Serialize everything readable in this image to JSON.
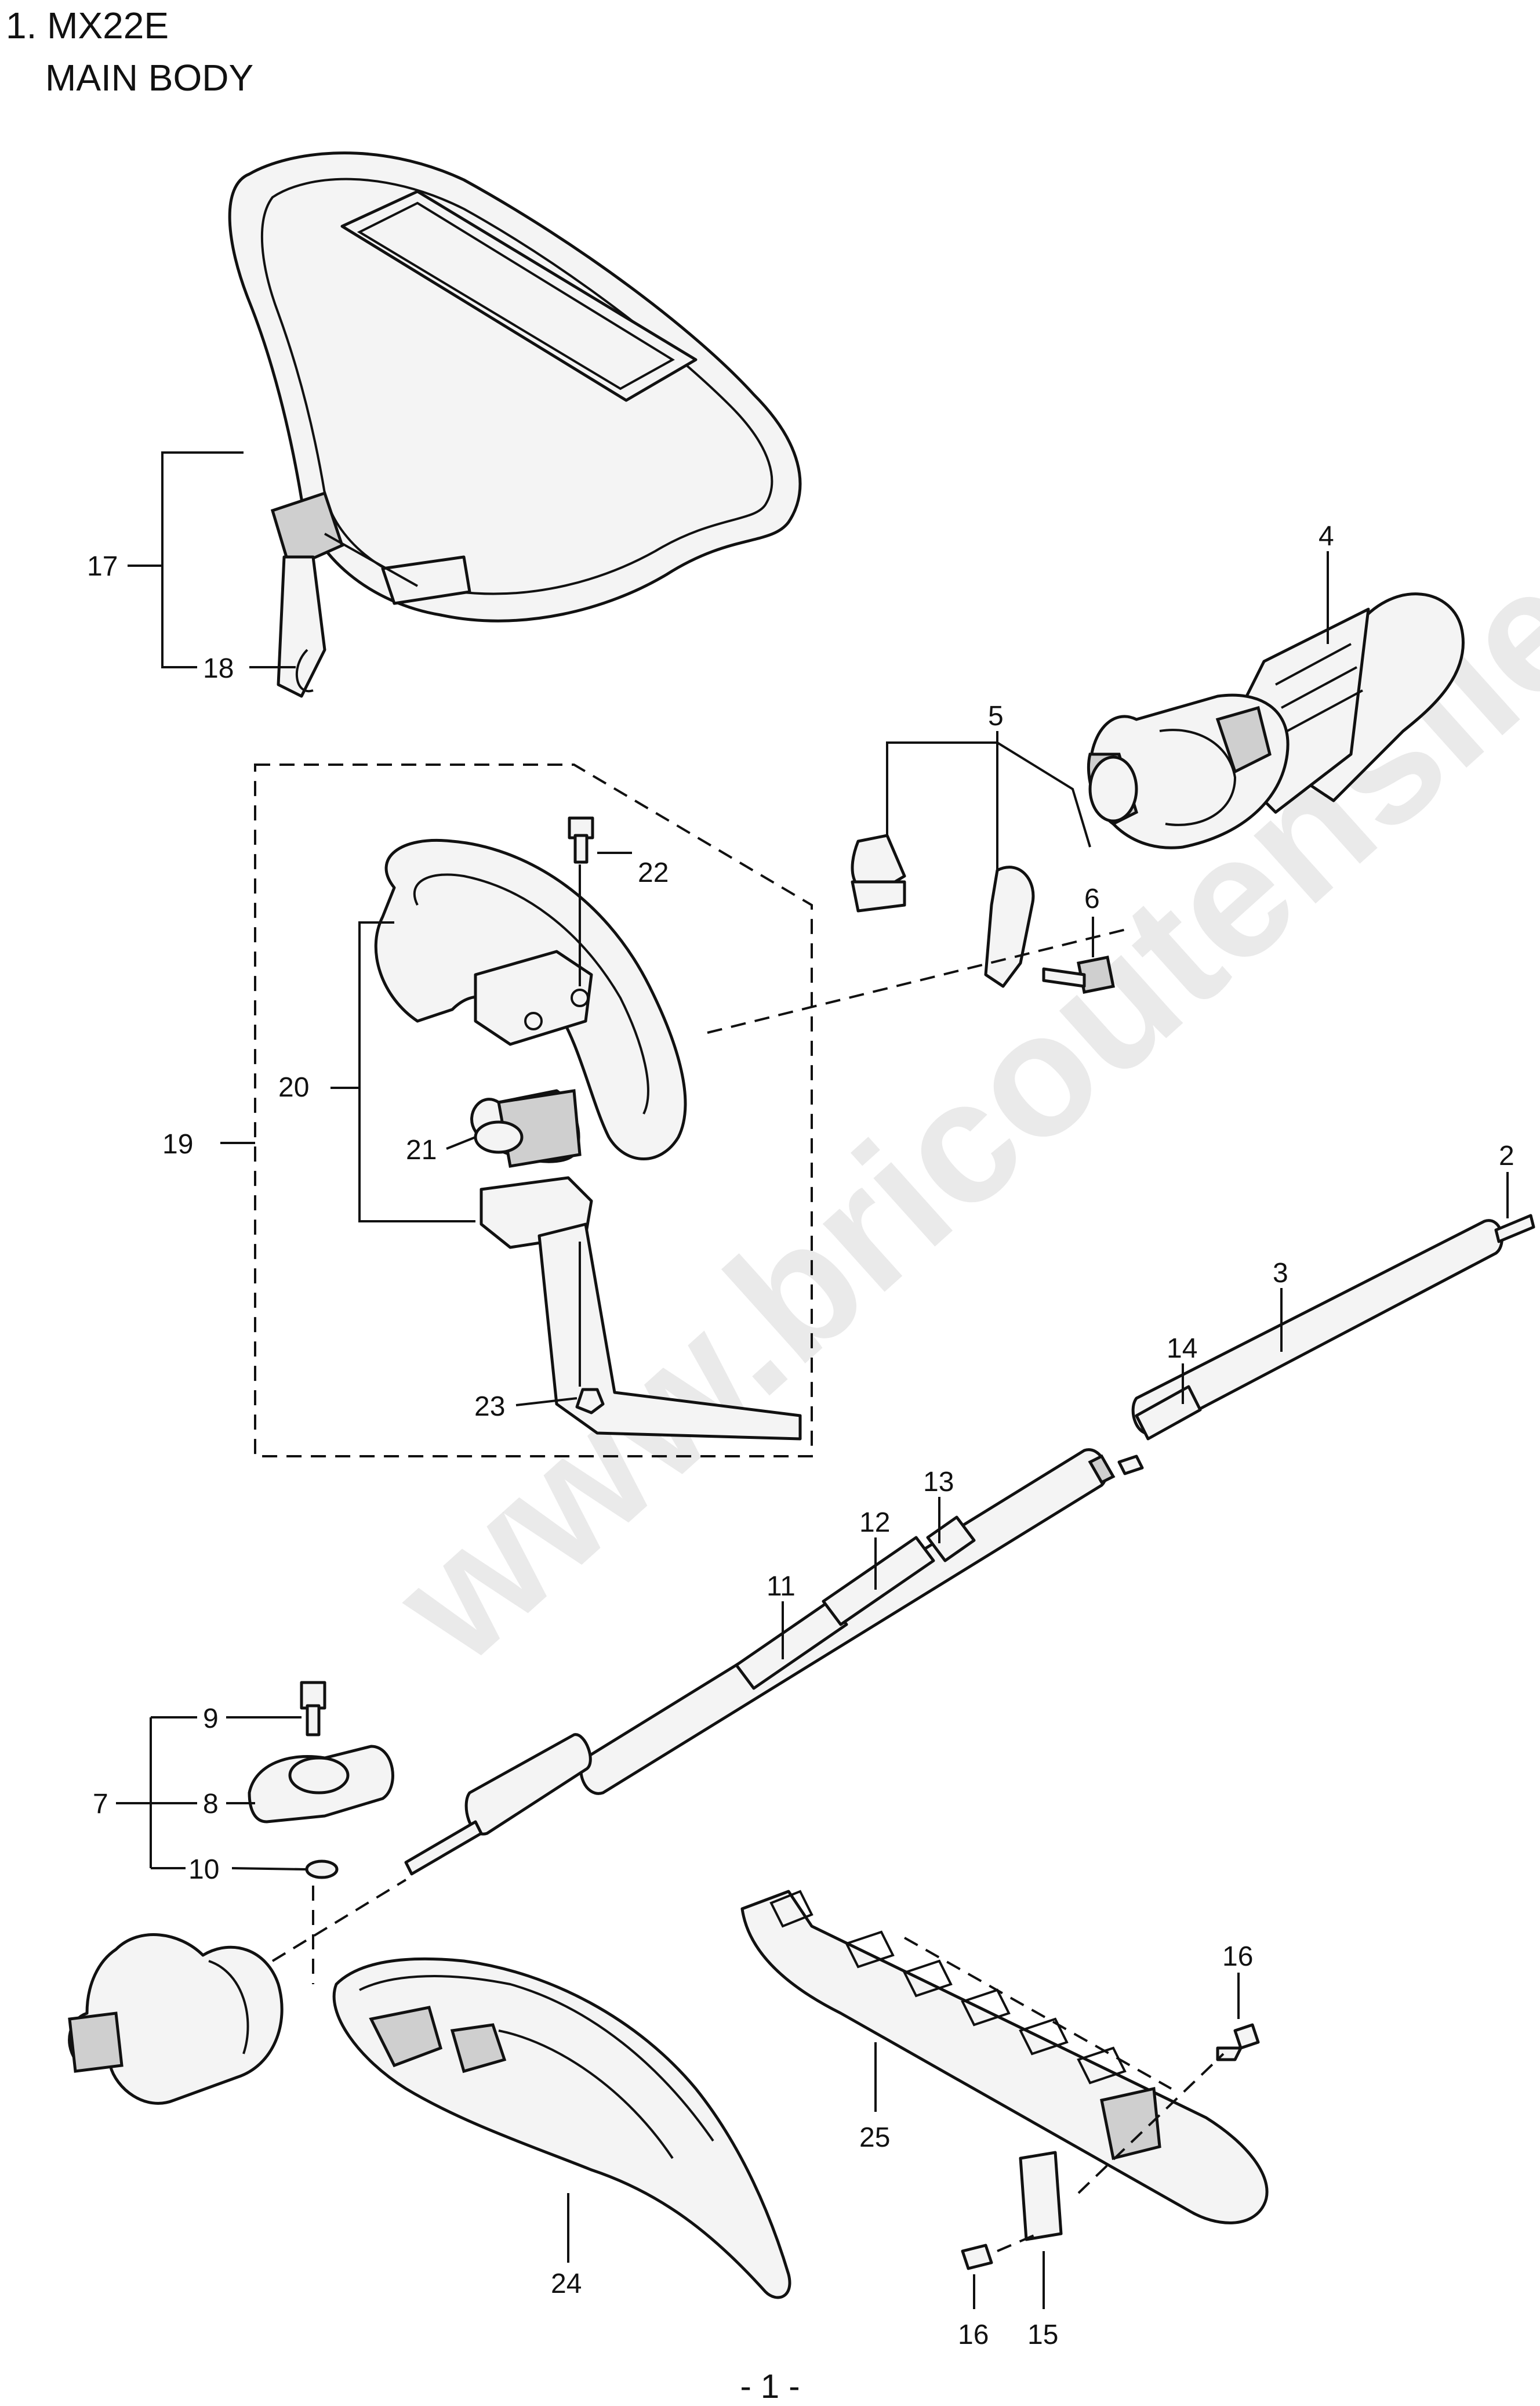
{
  "title": {
    "line1": "1. MX22E",
    "line2": "MAIN BODY"
  },
  "watermark": "www.bricoutensile.com",
  "footer": "- 1 -",
  "callouts": {
    "p2": "2",
    "p3": "3",
    "p4": "4",
    "p5": "5",
    "p6": "6",
    "p7": "7",
    "p8": "8",
    "p9": "9",
    "p10": "10",
    "p11": "11",
    "p12": "12",
    "p13": "13",
    "p14": "14",
    "p15": "15",
    "p16a": "16",
    "p16b": "16",
    "p17": "17",
    "p18": "18",
    "p19": "19",
    "p20": "20",
    "p21": "21",
    "p22": "22",
    "p23": "23",
    "p24": "24",
    "p25": "25"
  }
}
